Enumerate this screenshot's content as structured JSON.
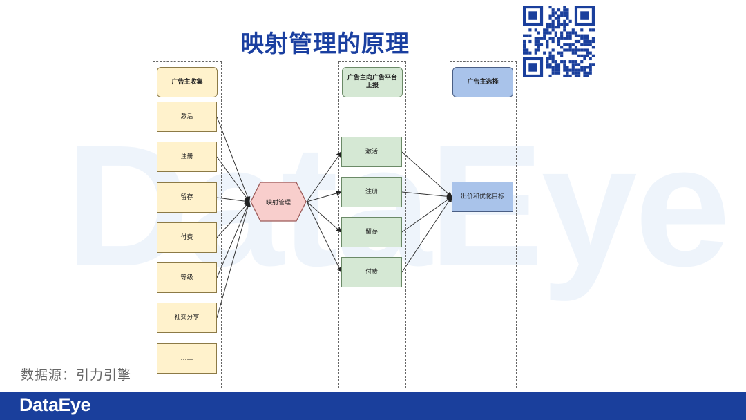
{
  "title": "映射管理的原理",
  "watermark": "DataEye",
  "columns": {
    "collect": {
      "header": "广告主收集",
      "items": [
        "激活",
        "注册",
        "留存",
        "付费",
        "等级",
        "社交分享",
        "……"
      ]
    },
    "report": {
      "header": "广告主向广告平台上报",
      "items": [
        "激活",
        "注册",
        "留存",
        "付费"
      ]
    },
    "choose": {
      "header": "广告主选择",
      "items": [
        "出价和优化目标"
      ]
    }
  },
  "hub": "映射管理",
  "source": "数据源：引力引擎",
  "footer": {
    "brand": "DataEye"
  },
  "colors": {
    "title": "#1a3fa0",
    "footer": "#1a3f9c",
    "yellow": "#fff2cc",
    "green": "#d5e8d4",
    "blue": "#a9c3ea",
    "hexagon": "#f8cecc"
  }
}
